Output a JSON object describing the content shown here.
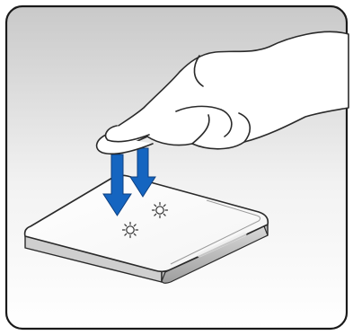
{
  "figure": {
    "subject": "two-finger-tap-on-touchpad",
    "touch_points_count": 2,
    "arrows_count": 2,
    "colors": {
      "frame_stroke": "#1a1a1a",
      "panel_gradient_top": "#c9c9c9",
      "panel_gradient_bottom": "#ffffff",
      "arrow_blue": "#1565c0",
      "outline": "#2a2a2a",
      "touch_mark": "#333333"
    },
    "icons": [
      "hand-icon",
      "touchpad-icon",
      "down-arrow-icon",
      "touch-point-icon"
    ]
  }
}
